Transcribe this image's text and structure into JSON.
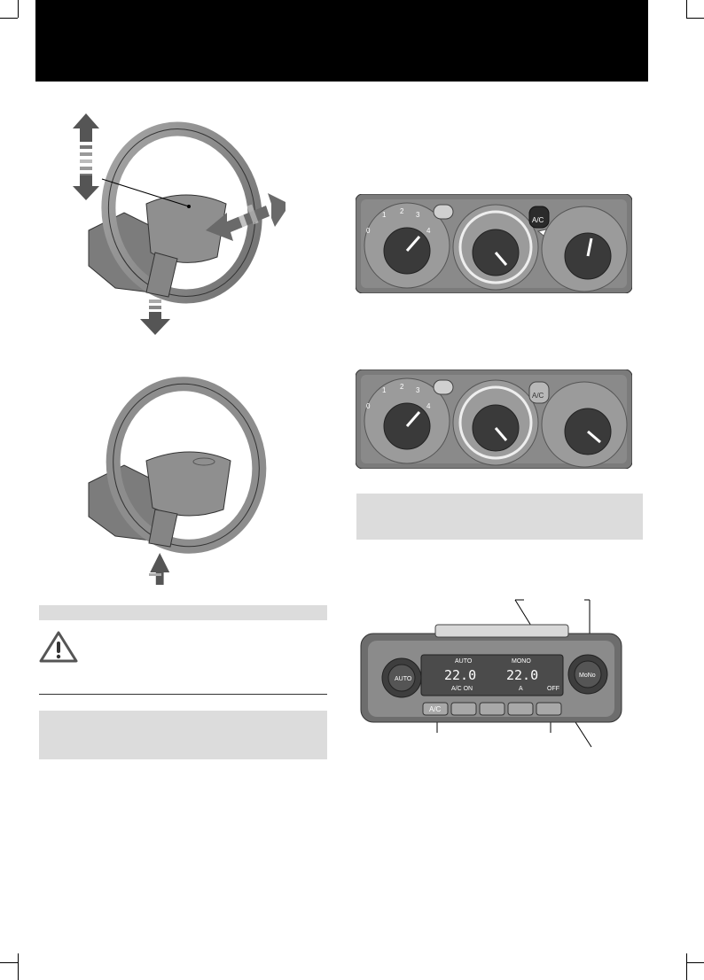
{
  "panel_labels": {
    "fan_speeds": [
      "0",
      "1",
      "2",
      "3",
      "4"
    ],
    "ac_button": "A/C"
  },
  "climate_display": {
    "mode_left": "AUTO",
    "mode_right": "MONO",
    "temp_left": "22.0",
    "temp_right": "22.0",
    "ac_status": "A/C ON",
    "auto_button": "AUTO",
    "mono_button": "MoNo",
    "off_button": "OFF",
    "ac_button": "A/C",
    "fan_level": "A"
  },
  "colors": {
    "header": "#000000",
    "gray_box": "#dcdcdc",
    "wheel": "#8d8d8d",
    "panel": "#7a7a7a",
    "display": "#4b4b4b"
  }
}
